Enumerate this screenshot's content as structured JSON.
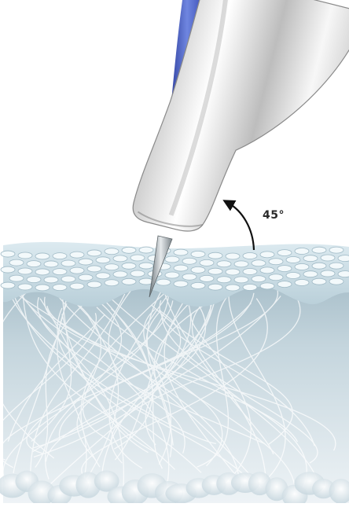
{
  "angle_label": "45°",
  "colors": {
    "background": "#ffffff",
    "epidermis": "#c9dfe8",
    "epidermis_cell": "#eef7fa",
    "dermis_top": "#b9ccd6",
    "dermis_bottom": "#e9f1f5",
    "fiber": "#ffffff",
    "fat_globule": "#d7e4ea",
    "device_body": "#f2f2f2",
    "device_shadow": "#8f8f8f",
    "cable": "#4a5fc0",
    "needle": "#9aa3a8",
    "arrow": "#111111"
  },
  "icons": [
    "injector-device",
    "needle-tip",
    "curved-arrow-icon"
  ]
}
